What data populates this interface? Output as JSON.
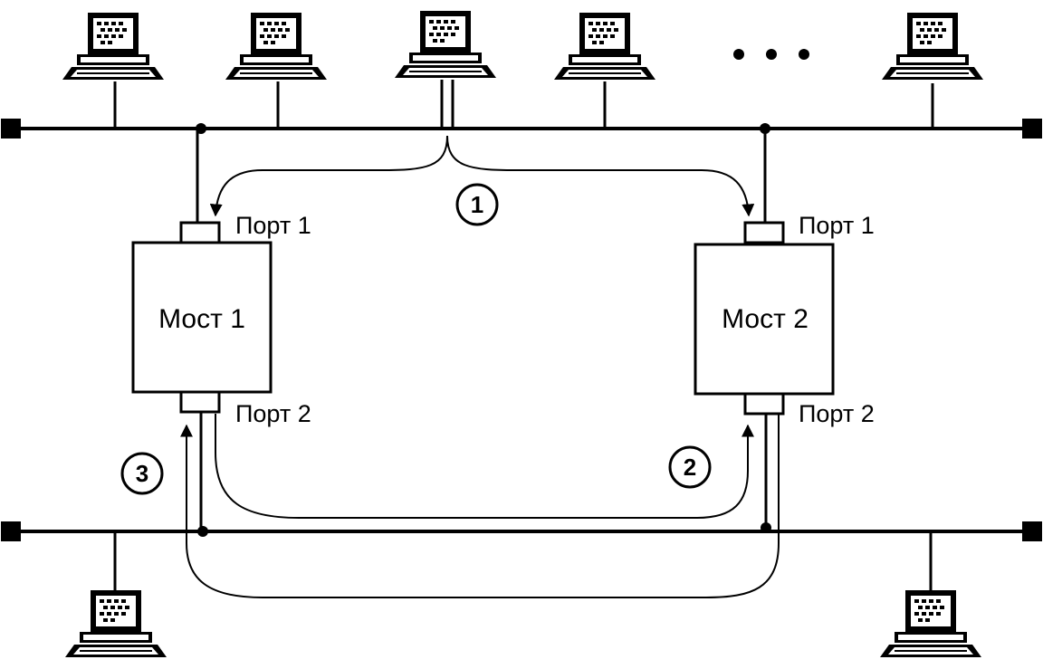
{
  "diagram": {
    "bridges": [
      {
        "label": "Мост 1",
        "port_top": "Порт 1",
        "port_bottom": "Порт 2"
      },
      {
        "label": "Мост 2",
        "port_top": "Порт 1",
        "port_bottom": "Порт 2"
      }
    ],
    "paths": [
      {
        "number": "1"
      },
      {
        "number": "2"
      },
      {
        "number": "3"
      }
    ],
    "icons": {
      "computer": "computer-icon",
      "terminator": "terminator-icon",
      "ellipsis": "ellipsis-icon"
    },
    "colors": {
      "line": "#000000",
      "background": "#ffffff"
    }
  }
}
